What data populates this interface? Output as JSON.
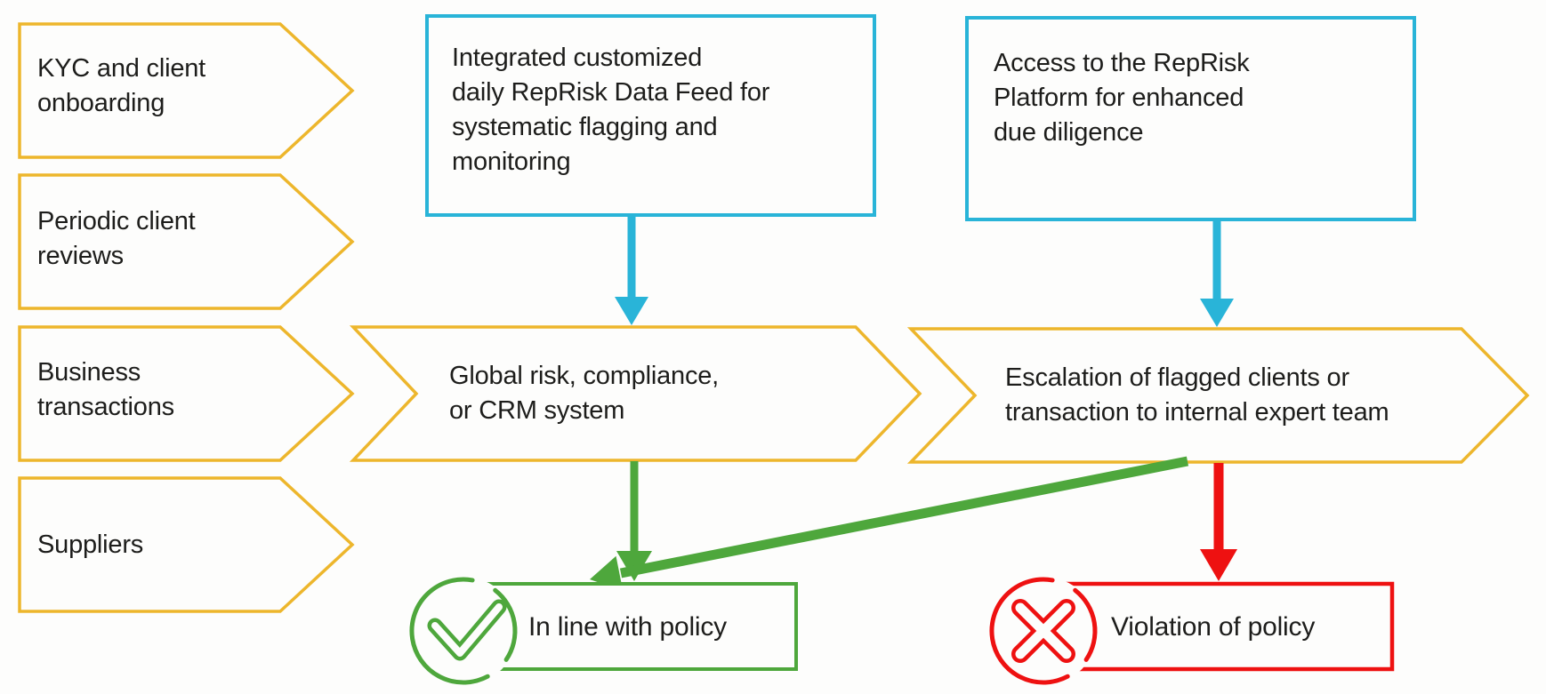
{
  "colors": {
    "yellow": "#EDB62C",
    "cyan": "#29B4D8",
    "green": "#4EA73C",
    "red": "#EE1111",
    "text": "#1D1D1B",
    "bg": "#FDFDFC"
  },
  "flowchart": {
    "input_stages": [
      {
        "label": "KYC and client\nonboarding"
      },
      {
        "label": "Periodic client\nreviews"
      },
      {
        "label": "Business\ntransactions"
      },
      {
        "label": "Suppliers"
      }
    ],
    "integrations": [
      {
        "label": "Integrated customized\ndaily RepRisk Data Feed for\nsystematic flagging and\nmonitoring"
      },
      {
        "label": "Access to the RepRisk\nPlatform for enhanced\ndue diligence"
      }
    ],
    "process_stages": [
      {
        "label": "Global risk, compliance,\nor CRM system"
      },
      {
        "label": "Escalation of flagged clients or\ntransaction to internal expert team"
      }
    ],
    "outcomes": [
      {
        "label": "In line with policy",
        "status": "positive",
        "icon": "check-circle-icon"
      },
      {
        "label": "Violation of policy",
        "status": "negative",
        "icon": "x-circle-icon"
      }
    ]
  }
}
